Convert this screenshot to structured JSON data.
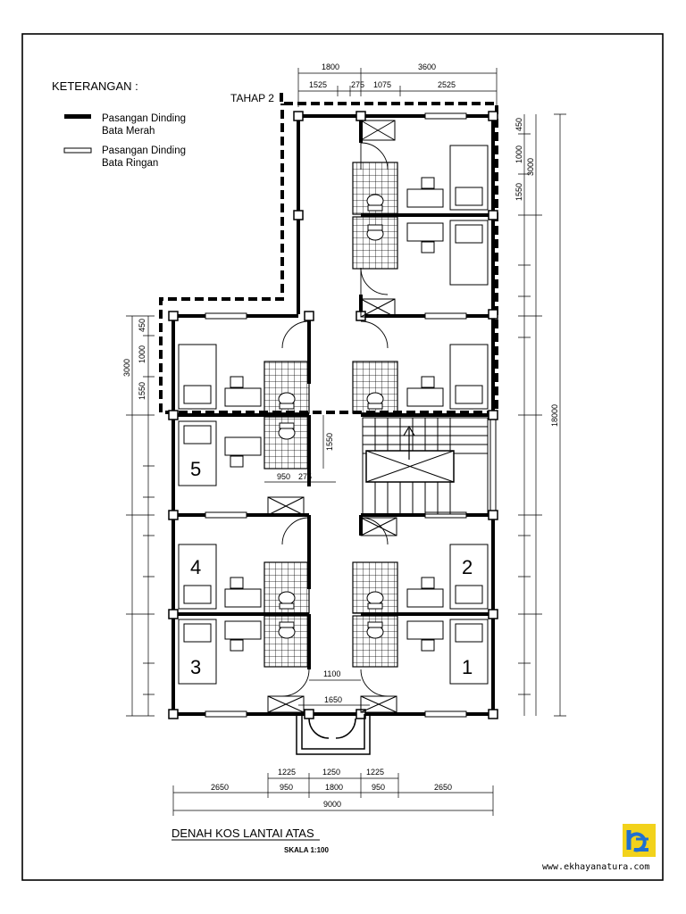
{
  "legend": {
    "title": "KETERANGAN :",
    "item1_line1": "Pasangan Dinding",
    "item1_line2": "Bata Merah",
    "item2_line1": "Pasangan Dinding",
    "item2_line2": "Bata Ringan"
  },
  "phase_label": "TAHAP 2",
  "room_numbers": {
    "r1": "1",
    "r2": "2",
    "r3": "3",
    "r4": "4",
    "r5": "5"
  },
  "dims": {
    "top_a": "1800",
    "top_b": "3600",
    "top_c": "1525",
    "top_d": "275",
    "top_e": "1075",
    "top_f": "2525",
    "right_total": "18000",
    "right_r1": "450",
    "right_r2": "1000",
    "right_r3": "1550",
    "right_r4": "3000",
    "left_r1": "450",
    "left_r2": "1000",
    "left_r3": "1550",
    "left_r4": "3000",
    "bath_w": "950",
    "bath_s": "275",
    "bath_h": "1550",
    "corr_a": "1100",
    "corr_b": "1650",
    "bot_a": "1225",
    "bot_b": "1250",
    "bot_c": "1225",
    "bot_d": "2650",
    "bot_e": "950",
    "bot_f": "1800",
    "bot_g": "950",
    "bot_h": "2650",
    "bot_total": "9000"
  },
  "title": "DENAH KOS LANTAI ATAS",
  "scale": "SKALA   1:100",
  "website": "www.ekhayanatura.com",
  "colors": {
    "ink": "#000000",
    "logo_yellow": "#f2d21b",
    "logo_blue": "#1f6fd1"
  }
}
